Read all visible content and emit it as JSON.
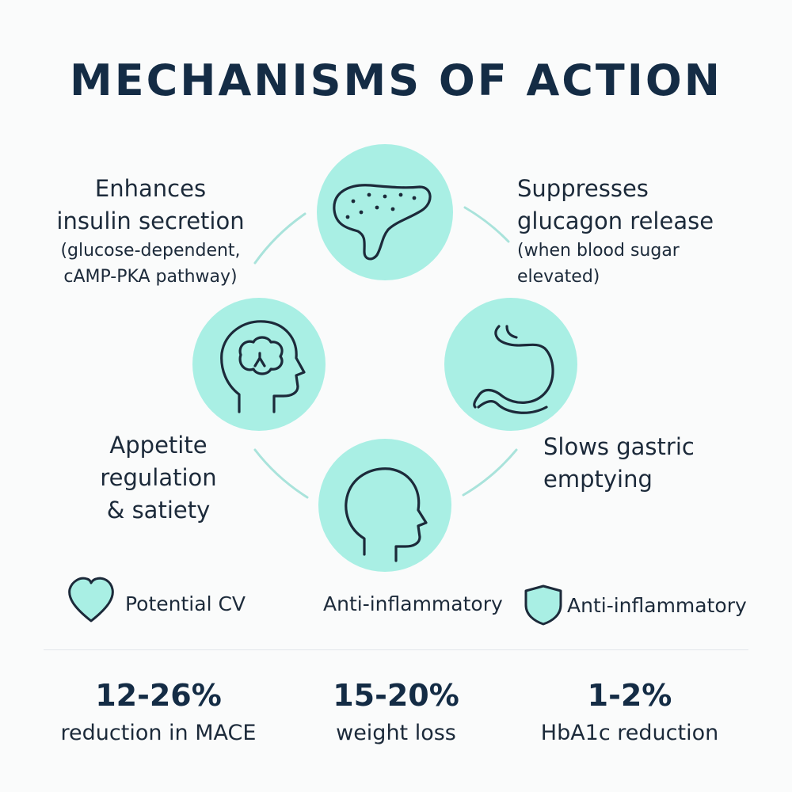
{
  "title": "MECHANISMS OF ACTION",
  "colors": {
    "circle_fill": "#a9efe4",
    "connector": "#a9e3db",
    "stroke": "#1c2a3a",
    "title": "#142c45"
  },
  "mechanisms": [
    {
      "icon": "pancreas-icon",
      "title_lines": [
        "Enhances",
        "insulin secretion"
      ],
      "detail_lines": [
        "(glucose-dependent,",
        "cAMP-PKA pathway)"
      ]
    },
    {
      "icon": "pancreas-icon",
      "title_lines": [
        "Suppresses",
        "glucagon release"
      ],
      "detail_lines": [
        "(when blood sugar",
        "elevated)"
      ]
    },
    {
      "icon": "stomach-icon",
      "title_lines": [
        "Slows gastric",
        "emptying"
      ]
    },
    {
      "icon": "brain-head-icon",
      "title_lines": [
        "Appetite",
        "regulation",
        "& satiety"
      ]
    },
    {
      "icon": "head-profile-icon"
    }
  ],
  "benefits": [
    {
      "icon": "heart-icon",
      "label": "Potential CV"
    },
    {
      "label": "Anti-inflammatory"
    },
    {
      "icon": "shield-icon",
      "label": "Anti-inflammatory"
    }
  ],
  "stats": [
    {
      "value": "12-26%",
      "label": "reduction in MACE"
    },
    {
      "value": "15-20%",
      "label": "weight loss"
    },
    {
      "value": "1-2%",
      "label": "HbA1c reduction"
    }
  ]
}
